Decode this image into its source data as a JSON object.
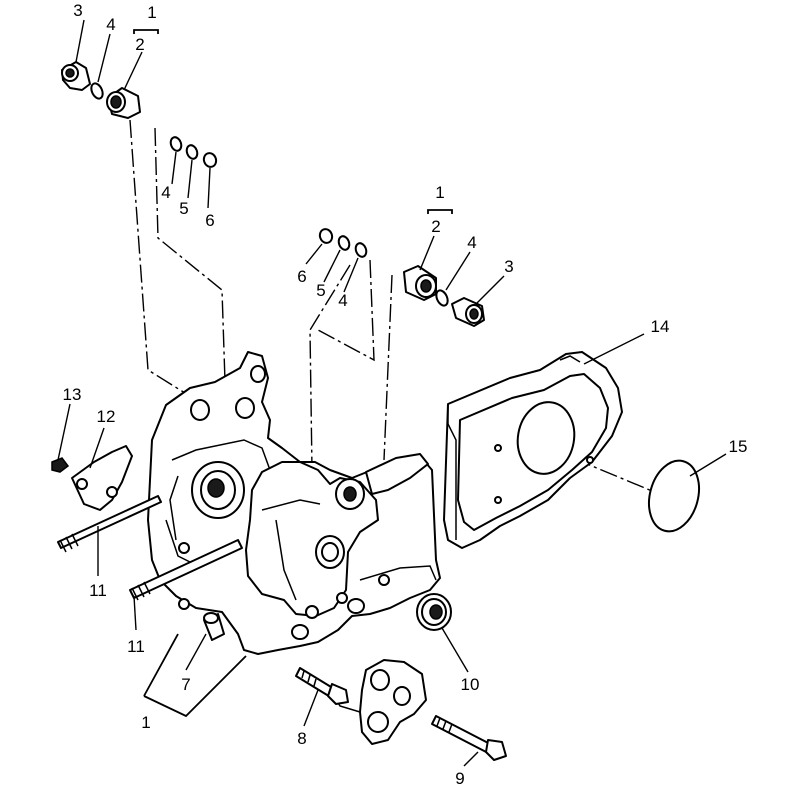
{
  "callouts": {
    "top_left": {
      "c3": "3",
      "c4": "4",
      "c1": "1",
      "c2": "2"
    },
    "top_left_rings": {
      "c4": "4",
      "c5": "5",
      "c6": "6"
    },
    "mid": {
      "c6": "6",
      "c5": "5",
      "c4": "4",
      "c1": "1",
      "c2": "2",
      "c4b": "4",
      "c3": "3"
    },
    "right": {
      "c14": "14",
      "c15": "15"
    },
    "left": {
      "c13": "13",
      "c12": "12",
      "c11a": "11",
      "c11b": "11"
    },
    "bottom": {
      "c7": "7",
      "c1": "1",
      "c8": "8",
      "c9": "9",
      "c10": "10"
    }
  }
}
